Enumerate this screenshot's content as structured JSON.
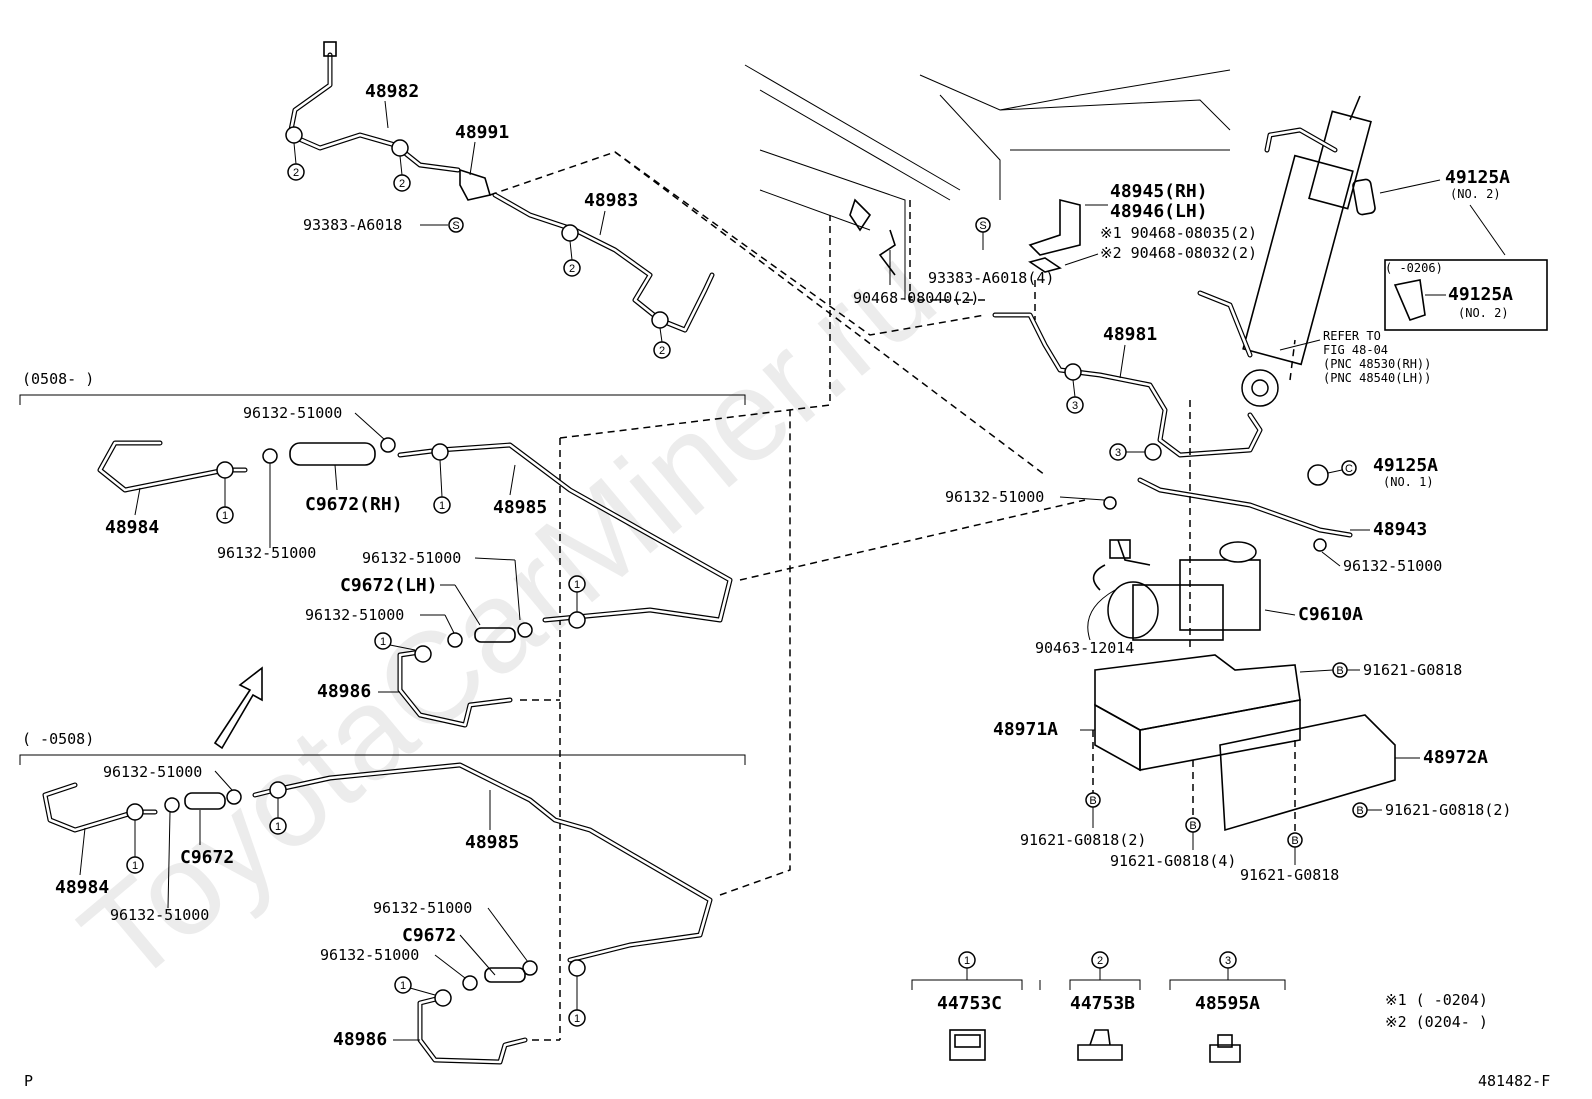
{
  "watermark": "ToyotaCarMiner.ru",
  "figure_id": "481482-F",
  "page_mark": "P",
  "sections": {
    "after_0508": "(0508-      )",
    "before_0508": "(     -0508)"
  },
  "labels": {
    "p48982": "48982",
    "p48991": "48991",
    "p48983": "48983",
    "p93383_a": "93383-A6018",
    "p48945": "48945(RH)",
    "p48946": "48946(LH)",
    "note1_part": "※1  90468-08035(2)",
    "note2_part": "※2  90468-08032(2)",
    "p93383_b": "93383-A6018(4)",
    "p90468_08040": "90468-08040(2)",
    "p49125_top": "49125A",
    "p49125_top_no": "(NO. 2)",
    "range_0206": "(     -0206)",
    "p49125_box": "49125A",
    "p49125_box_no": "(NO. 2)",
    "refer1": "REFER TO",
    "refer2": "FIG 48-04",
    "refer3": "(PNC 48530(RH))",
    "refer4": "(PNC 48540(LH))",
    "p48981": "48981",
    "p49125_no1": "49125A",
    "p49125_no1_no": "(NO. 1)",
    "clamp_mid": "96132-51000",
    "p48943": "48943",
    "clamp_right": "96132-51000",
    "pC9610A": "C9610A",
    "p90463": "90463-12014",
    "p91621_a": "91621-G0818",
    "p48971A": "48971A",
    "p48972A": "48972A",
    "p91621_b": "91621-G0818(2)",
    "p91621_c": "91621-G0818(2)",
    "p91621_d": "91621-G0818(4)",
    "p91621_e": "91621-G0818",
    "up_clamp1": "96132-51000",
    "up_48984": "48984",
    "up_clamp2": "96132-51000",
    "up_C9672RH": "C9672(RH)",
    "up_48985": "48985",
    "up_clamp3": "96132-51000",
    "up_C9672LH": "C9672(LH)",
    "up_clamp4": "96132-51000",
    "up_48986": "48986",
    "lo_clamp1": "96132-51000",
    "lo_48984": "48984",
    "lo_C9672": "C9672",
    "lo_clamp2": "96132-51000",
    "lo_48985": "48985",
    "lo_clamp3": "96132-51000",
    "lo_C9672b": "C9672",
    "lo_clamp4": "96132-51000",
    "lo_48986": "48986"
  },
  "legend": [
    {
      "marker": "1",
      "part": "44753C"
    },
    {
      "marker": "2",
      "part": "44753B"
    },
    {
      "marker": "3",
      "part": "48595A"
    }
  ],
  "footnotes": {
    "n1": "※1  (        -0204)",
    "n2": "※2  (0204-        )"
  },
  "letter_markers": {
    "S": "S",
    "B": "B",
    "C": "C"
  }
}
